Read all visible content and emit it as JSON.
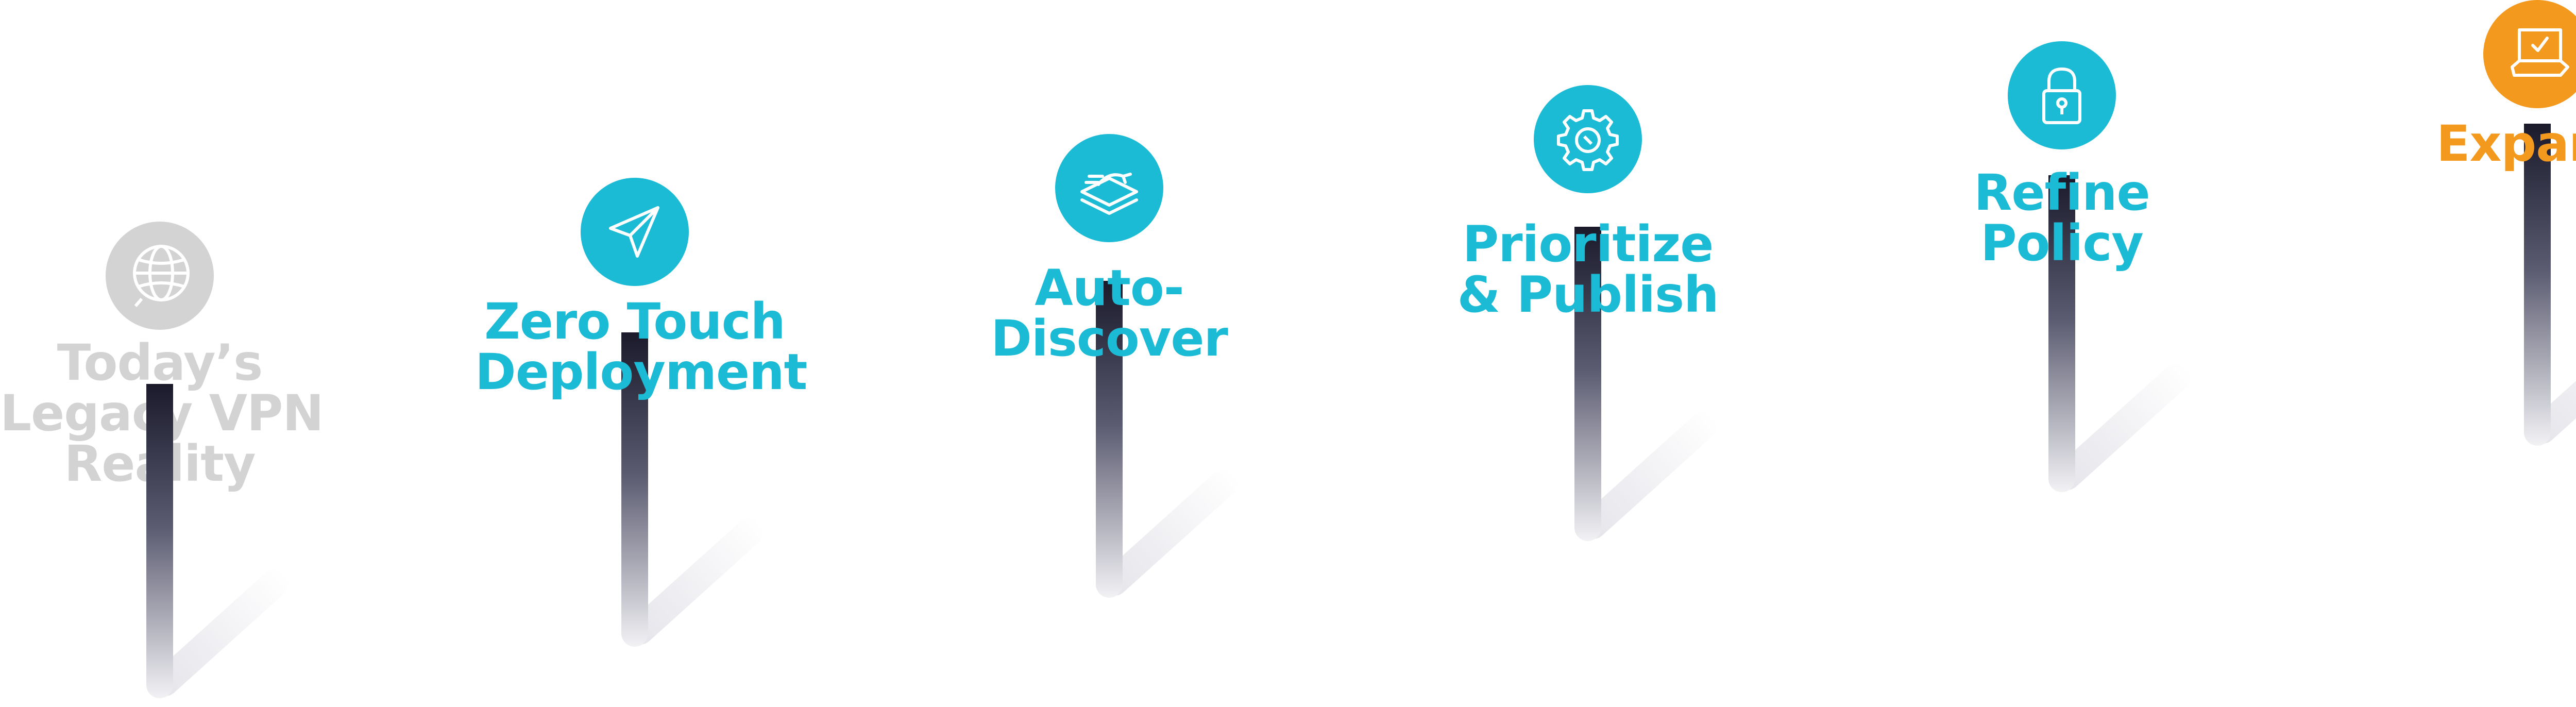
{
  "colors": {
    "accent": "#1bbbd6",
    "highlight": "#f39a1e",
    "muted": "#d3d3d3",
    "post_dark": "#1a1a2b",
    "post_light": "#f2f2f5"
  },
  "steps": [
    {
      "icon": "globe-icon",
      "status": "muted",
      "lines": [
        "Today’s",
        "Legacy VPN",
        "Reality"
      ]
    },
    {
      "icon": "paper-plane-icon",
      "status": "active",
      "lines": [
        "Zero Touch",
        "Deployment"
      ]
    },
    {
      "icon": "radar-icon",
      "status": "active",
      "lines": [
        "Auto-",
        "Discover"
      ]
    },
    {
      "icon": "gear-icon",
      "status": "active",
      "lines": [
        "Prioritize",
        "& Publish"
      ]
    },
    {
      "icon": "lock-icon",
      "status": "active",
      "lines": [
        "Refine",
        "Policy"
      ]
    },
    {
      "icon": "laptop-check-icon",
      "status": "highlight",
      "lines": [
        "Expand"
      ]
    }
  ]
}
